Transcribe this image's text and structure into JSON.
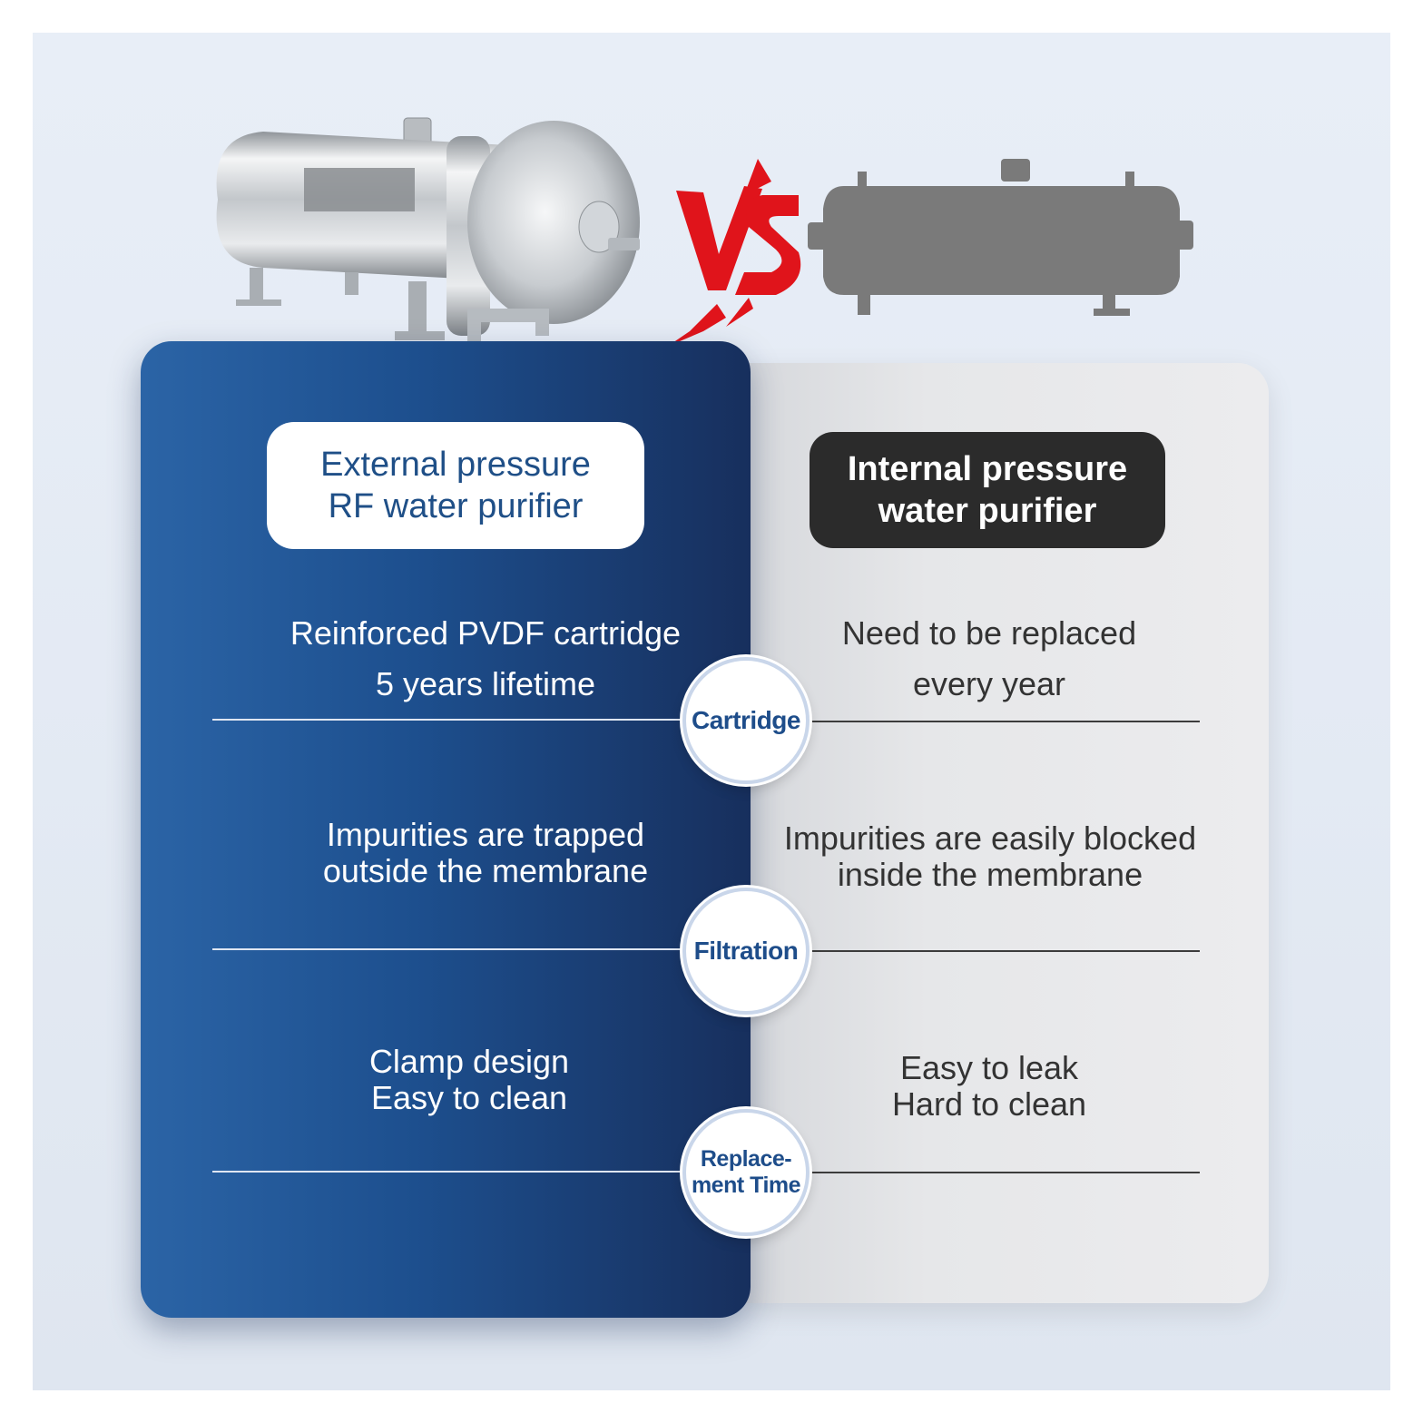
{
  "left_panel": {
    "title": "External pressure\nRF water purifier",
    "rows": [
      "Reinforced PVDF cartridge\n5 years lifetime",
      "Impurities are trapped\noutside the membrane",
      "Clamp design\nEasy to clean"
    ]
  },
  "right_panel": {
    "title": "Internal pressure\nwater purifier",
    "rows": [
      "Need to be replaced\nevery year",
      "Impurities are easily blocked\ninside the membrane",
      "Easy to leak\nHard to clean"
    ]
  },
  "badges": [
    "Cartridge",
    "Filtration",
    "Replace-\nment Time"
  ],
  "vs_label": "VS",
  "colors": {
    "left_panel": "#1d4f8e",
    "right_panel": "#e6e7e9",
    "vs_red": "#e0141b",
    "badge_text": "#1e4d8a",
    "right_title_bg": "#2b2b2b"
  },
  "icons": {
    "left_product": "stainless-steel-purifier-icon",
    "right_product": "gray-purifier-silhouette-icon"
  }
}
